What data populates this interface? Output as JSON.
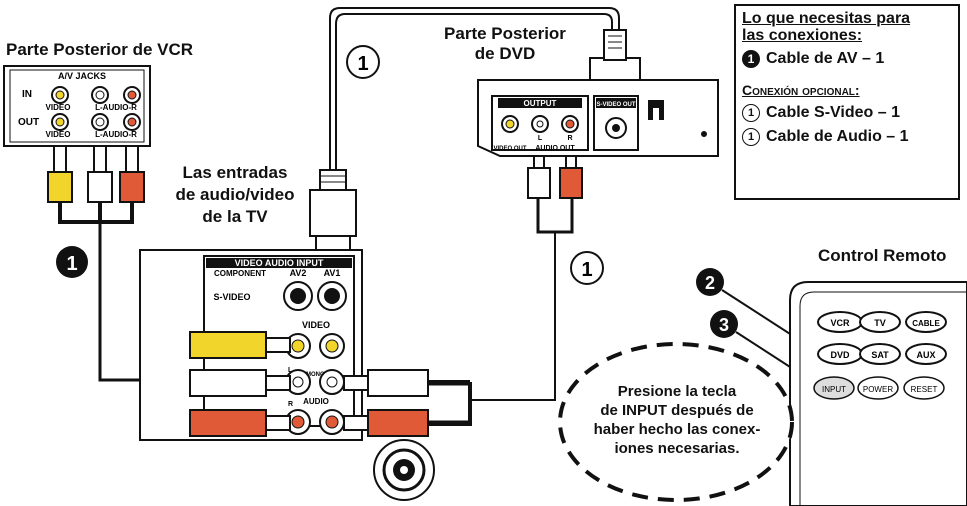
{
  "vcr": {
    "title": "Parte Posterior de VCR",
    "jacks_label": "A/V JACKS",
    "in_label": "IN",
    "out_label": "OUT",
    "video_label": "VIDEO",
    "audio_label": "L-AUDIO-R"
  },
  "dvd": {
    "title_line1": "Parte Posterior",
    "title_line2": "de DVD",
    "output_label": "OUTPUT",
    "svideo_out_label": "S-VIDEO OUT",
    "video_out_label": "VIDEO OUT",
    "audio_out_label": "AUDIO OUT",
    "l_label": "L",
    "r_label": "R"
  },
  "tv": {
    "title_line1": "Las entradas",
    "title_line2": "de audio/video",
    "title_line3": "de la TV",
    "panel_title": "VIDEO AUDIO INPUT",
    "component_label": "COMPONENT",
    "av2_label": "AV2",
    "av1_label": "AV1",
    "svideo_label": "S-VIDEO",
    "video_label": "VIDEO",
    "audio_label": "AUDIO",
    "mono_label": "(MONO)",
    "l_label": "L",
    "r_label": "R"
  },
  "needs_box": {
    "title_line1": "Lo que necesitas para",
    "title_line2": "las conexiones:",
    "item_av": "Cable de AV – 1",
    "optional_title": "Conexión opcional:",
    "item_svideo": "Cable S-Video – 1",
    "item_audio": "Cable de Audio – 1",
    "num_1": "1"
  },
  "remote": {
    "title": "Control Remoto",
    "buttons": [
      "VCR",
      "TV",
      "CABLE",
      "DVD",
      "SAT",
      "AUX",
      "INPUT",
      "POWER",
      "RESET"
    ]
  },
  "steps": {
    "one": "1",
    "two": "2",
    "three": "3"
  },
  "bubble": {
    "line1": "Presione la tecla",
    "line2": "de INPUT después de",
    "line3": "haber hecho las conex-",
    "line4": "iones necesarias."
  }
}
